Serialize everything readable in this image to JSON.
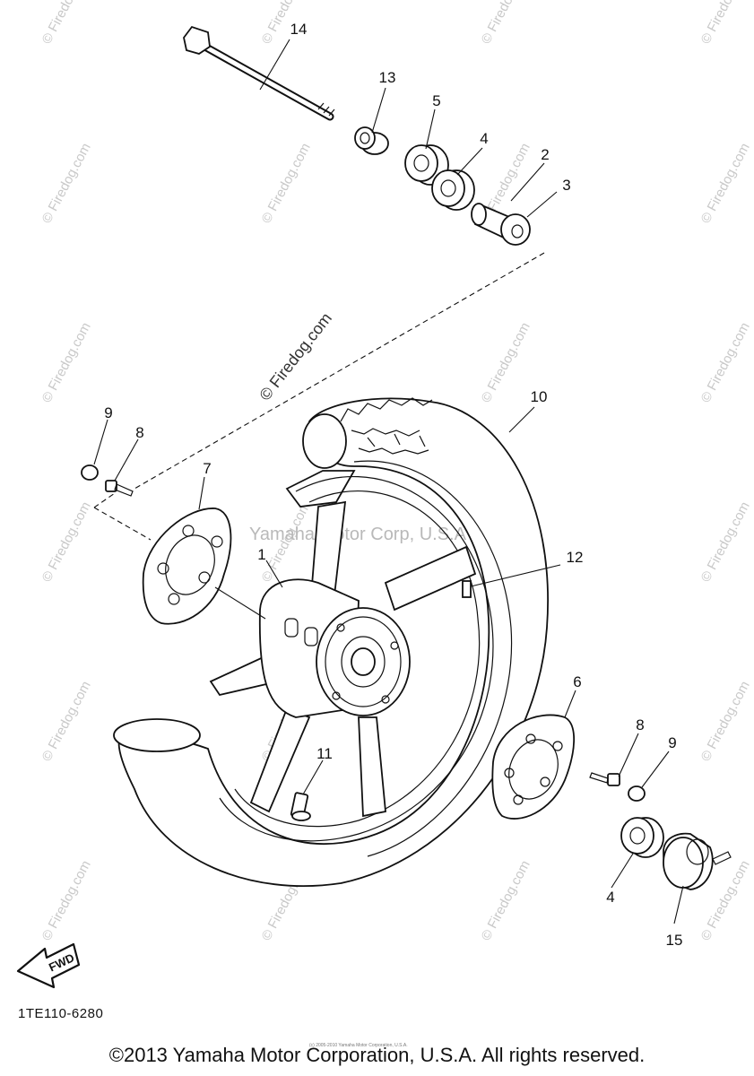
{
  "watermark": {
    "small": "© Firedog.com",
    "center": "© Firedog.com",
    "overlay": "Yamaha Motor Corp, U.S.A"
  },
  "callouts": [
    {
      "id": "1",
      "label": "1"
    },
    {
      "id": "2",
      "label": "2"
    },
    {
      "id": "3",
      "label": "3"
    },
    {
      "id": "4a",
      "label": "4"
    },
    {
      "id": "4b",
      "label": "4"
    },
    {
      "id": "5",
      "label": "5"
    },
    {
      "id": "6",
      "label": "6"
    },
    {
      "id": "7",
      "label": "7"
    },
    {
      "id": "8a",
      "label": "8"
    },
    {
      "id": "8b",
      "label": "8"
    },
    {
      "id": "9a",
      "label": "9"
    },
    {
      "id": "9b",
      "label": "9"
    },
    {
      "id": "10",
      "label": "10"
    },
    {
      "id": "11",
      "label": "11"
    },
    {
      "id": "12",
      "label": "12"
    },
    {
      "id": "13",
      "label": "13"
    },
    {
      "id": "14",
      "label": "14"
    },
    {
      "id": "15",
      "label": "15"
    }
  ],
  "fwd_label": "FWD",
  "diagram_code": "1TE110-6280",
  "tiny_note": "(c) 2005-2010 Yamaha Motor Corporation, U.S.A.",
  "copyright": "©2013 Yamaha Motor Corporation, U.S.A. All rights reserved.",
  "colors": {
    "line": "#111111",
    "watermark": "#c9c9c9",
    "background": "#ffffff"
  }
}
